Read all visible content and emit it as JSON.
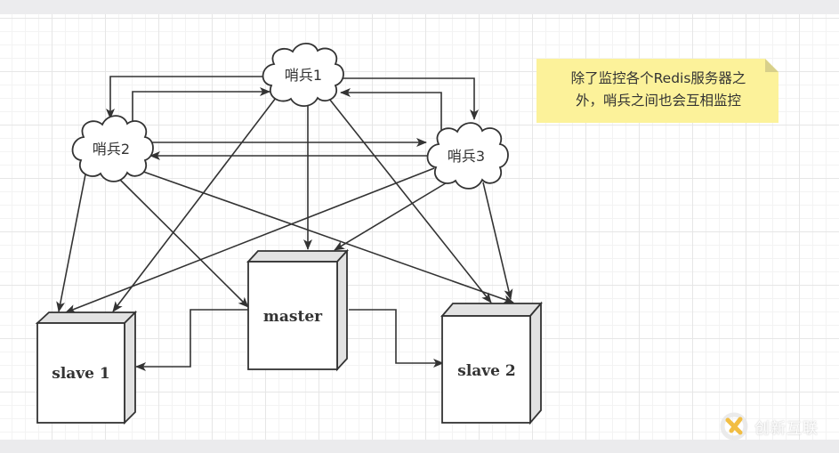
{
  "diagram": {
    "title": "Redis Sentinel mutual monitoring",
    "sentinels": [
      {
        "id": "s1",
        "label": "哨兵1"
      },
      {
        "id": "s2",
        "label": "哨兵2"
      },
      {
        "id": "s3",
        "label": "哨兵3"
      }
    ],
    "servers": [
      {
        "id": "master",
        "label": "master"
      },
      {
        "id": "slave1",
        "label": "slave 1"
      },
      {
        "id": "slave2",
        "label": "slave 2"
      }
    ],
    "edges": [
      {
        "from": "s1",
        "to": "s2"
      },
      {
        "from": "s2",
        "to": "s1"
      },
      {
        "from": "s1",
        "to": "s3"
      },
      {
        "from": "s3",
        "to": "s1"
      },
      {
        "from": "s2",
        "to": "s3"
      },
      {
        "from": "s3",
        "to": "s2"
      },
      {
        "from": "s1",
        "to": "master"
      },
      {
        "from": "s1",
        "to": "slave1"
      },
      {
        "from": "s1",
        "to": "slave2"
      },
      {
        "from": "s2",
        "to": "master"
      },
      {
        "from": "s2",
        "to": "slave1"
      },
      {
        "from": "s2",
        "to": "slave2"
      },
      {
        "from": "s3",
        "to": "master"
      },
      {
        "from": "s3",
        "to": "slave1"
      },
      {
        "from": "s3",
        "to": "slave2"
      },
      {
        "from": "master",
        "to": "slave1"
      },
      {
        "from": "master",
        "to": "slave2"
      }
    ],
    "note": {
      "text": "除了监控各个Redis服务器之外，哨兵之间也会互相监控",
      "fill": "#fcf29a",
      "fold_color": "#d8d08a"
    },
    "colors": {
      "stroke": "#333333",
      "box_side": "#e2e2e2",
      "cloud_fill": "#ffffff"
    }
  },
  "watermark": {
    "text": "创新互联",
    "logo_icon": "chuangxin-logo-icon",
    "accent": "#f0b323"
  }
}
